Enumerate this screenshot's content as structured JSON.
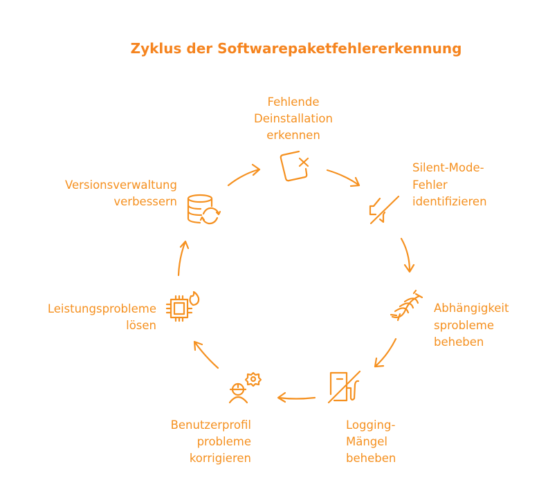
{
  "title": "Zyklus der Softwarepaketfehlererkennung",
  "accent_color": "#F5901F",
  "steps": [
    {
      "icon": "box-x-icon",
      "lines": [
        "Fehlende",
        "Deinstallation",
        "erkennen"
      ]
    },
    {
      "icon": "mute-speaker-icon",
      "lines": [
        "Silent-Mode-",
        "Fehler",
        "identifizieren"
      ]
    },
    {
      "icon": "dna-helix-icon",
      "lines": [
        "Abhängigkeit",
        "sprobleme",
        "beheben"
      ]
    },
    {
      "icon": "fuel-pump-slash-icon",
      "lines": [
        "Logging-",
        "Mängel",
        "beheben"
      ]
    },
    {
      "icon": "worker-gear-icon",
      "lines": [
        "Benutzerprofil",
        "probleme",
        "korrigieren"
      ]
    },
    {
      "icon": "cpu-fire-icon",
      "lines": [
        "Leistungsprobleme",
        "lösen"
      ]
    },
    {
      "icon": "database-sync-icon",
      "lines": [
        "Versionsverwaltung",
        "verbessern"
      ]
    }
  ]
}
